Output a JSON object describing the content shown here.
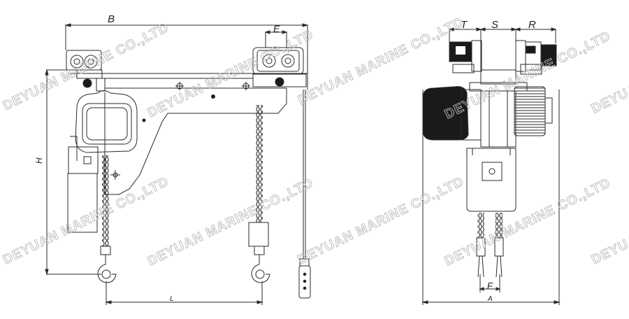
{
  "dimensions": {
    "B": "B",
    "E": "E",
    "H": "H",
    "L": "L",
    "T": "T",
    "S": "S",
    "R": "R",
    "F": "F",
    "A": "A"
  },
  "watermark": "DEYUAN MARINE CO.,LTD",
  "colors": {
    "line": "#2a2a2a",
    "dark_fill": "#1a1a1a",
    "watermark": "#b9b9b9",
    "background": "#ffffff"
  }
}
